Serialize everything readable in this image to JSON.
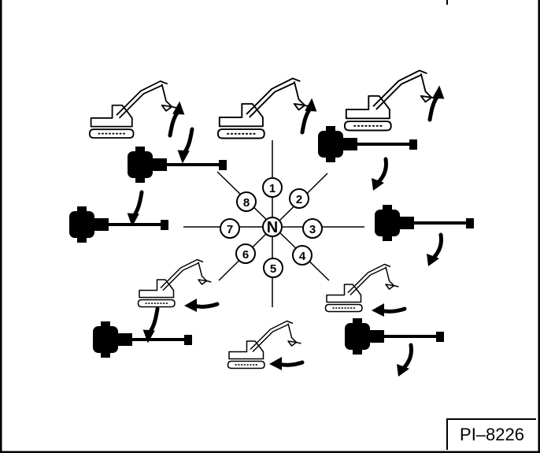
{
  "figure": {
    "id_label": "PI–8226",
    "center_label": "N",
    "positions": [
      "1",
      "2",
      "3",
      "4",
      "5",
      "6",
      "7",
      "8"
    ]
  },
  "icons": {
    "joystick": "joystick-control-icon",
    "excavator": "excavator-icon",
    "arrow": "motion-arrow-icon"
  }
}
